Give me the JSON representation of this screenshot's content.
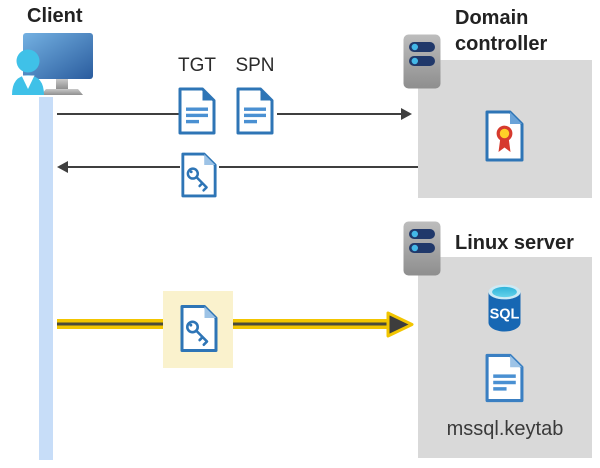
{
  "client": {
    "label": "Client"
  },
  "flows": {
    "tgt_label": "TGT",
    "spn_label": "SPN"
  },
  "domain_controller": {
    "title": "Domain controller"
  },
  "linux_server": {
    "title": "Linux server",
    "sql_label": "SQL",
    "keytab_label": "mssql.keytab"
  },
  "colors": {
    "doc_blue": "#2e75b6",
    "fold_light_blue": "#9dc3e6",
    "timeline_blue": "#c7ddf8",
    "panel_gray": "#d9d9d9",
    "arrow_gray": "#3f3f3f",
    "highlight_yellow_bg": "#faf2cd",
    "arrow_yellow": "#f2c500",
    "sql_cylinder_blue": "#1767b3",
    "person_cyan": "#3fc1e8",
    "cert_seal_yellow": "#ffd028",
    "cert_seal_red": "#d63a2e"
  }
}
